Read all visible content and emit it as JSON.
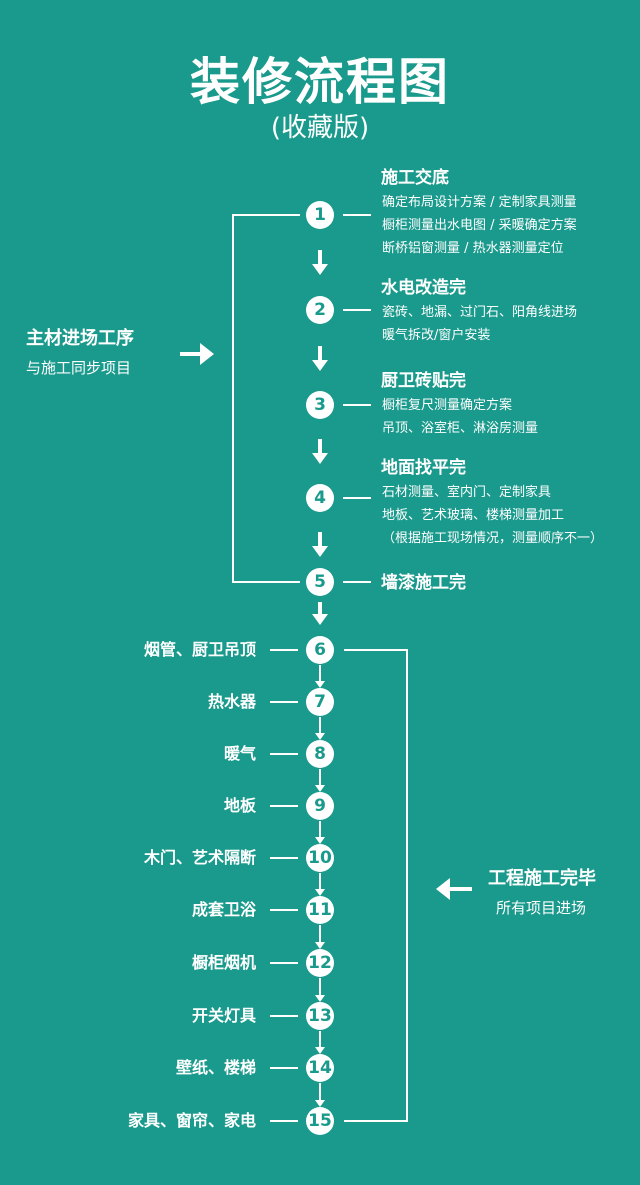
{
  "header": {
    "title": "装修流程图",
    "subtitle": "(收藏版)"
  },
  "colors": {
    "background": "#1a9a8c",
    "foreground": "#ffffff"
  },
  "phase_one": {
    "steps": [
      {
        "number": "1",
        "title": "施工交底",
        "details": [
          "确定布局设计方案 / 定制家具测量",
          "橱柜测量出水电图 / 采暖确定方案",
          "断桥铝窗测量 / 热水器测量定位"
        ]
      },
      {
        "number": "2",
        "title": "水电改造完",
        "details": [
          "瓷砖、地漏、过门石、阳角线进场",
          "暖气拆改/窗户安装"
        ]
      },
      {
        "number": "3",
        "title": "厨卫砖贴完",
        "details": [
          "橱柜复尺测量确定方案",
          "吊顶、浴室柜、淋浴房测量"
        ]
      },
      {
        "number": "4",
        "title": "地面找平完",
        "details": [
          "石材测量、室内门、定制家具",
          "地板、艺术玻璃、楼梯测量加工",
          "（根据施工现场情况，测量顺序不一）"
        ]
      },
      {
        "number": "5",
        "title": "墙漆施工完",
        "details": []
      }
    ],
    "side_note": {
      "title": "主材进场工序",
      "subtitle": "与施工同步项目"
    }
  },
  "phase_two": {
    "steps": [
      {
        "number": "6",
        "label": "烟管、厨卫吊顶"
      },
      {
        "number": "7",
        "label": "热水器"
      },
      {
        "number": "8",
        "label": "暖气"
      },
      {
        "number": "9",
        "label": "地板"
      },
      {
        "number": "10",
        "label": "木门、艺术隔断"
      },
      {
        "number": "11",
        "label": "成套卫浴"
      },
      {
        "number": "12",
        "label": "橱柜烟机"
      },
      {
        "number": "13",
        "label": "开关灯具"
      },
      {
        "number": "14",
        "label": "壁纸、楼梯"
      },
      {
        "number": "15",
        "label": "家具、窗帘、家电"
      }
    ],
    "side_note": {
      "title": "工程施工完毕",
      "subtitle": "所有项目进场"
    }
  }
}
